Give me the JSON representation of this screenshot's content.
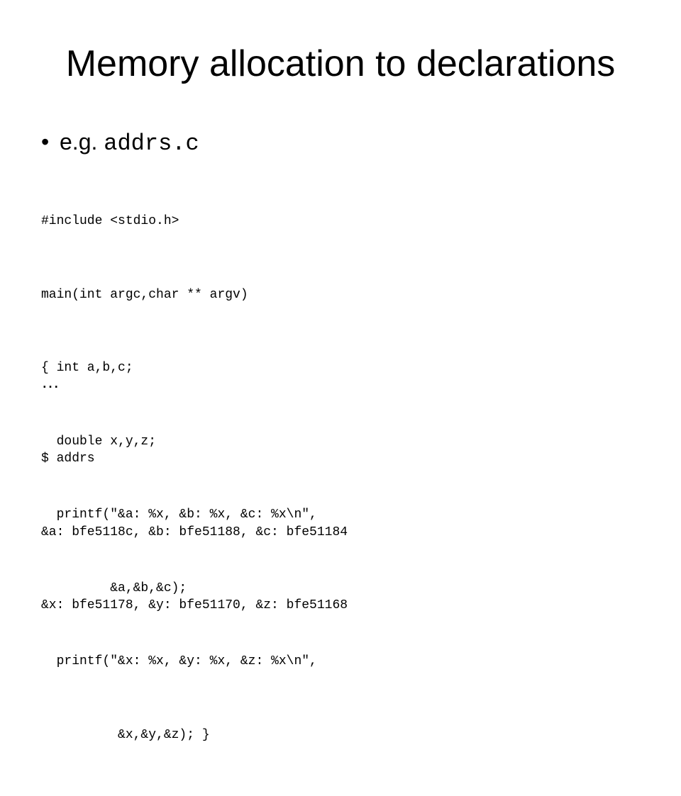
{
  "slide": {
    "title": "Memory allocation to declarations",
    "bullet": {
      "marker": "•",
      "prefix": "e.g. ",
      "code": "addrs.c"
    },
    "source_code": [
      "#include <stdio.h>",
      "main(int argc,char ** argv)",
      "{ int a,b,c;",
      "  double x,y,z;",
      "  printf(\"&a: %x, &b: %x, &c: %x\\n\",",
      "         &a,&b,&c);",
      "  printf(\"&x: %x, &y: %x, &z: %x\\n\",",
      "          &x,&y,&z); }"
    ],
    "ellipsis": "…",
    "output": [
      "$ addrs",
      "&a: bfe5118c, &b: bfe51188, &c: bfe51184",
      "&x: bfe51178, &y: bfe51170, &z: bfe51168"
    ]
  }
}
